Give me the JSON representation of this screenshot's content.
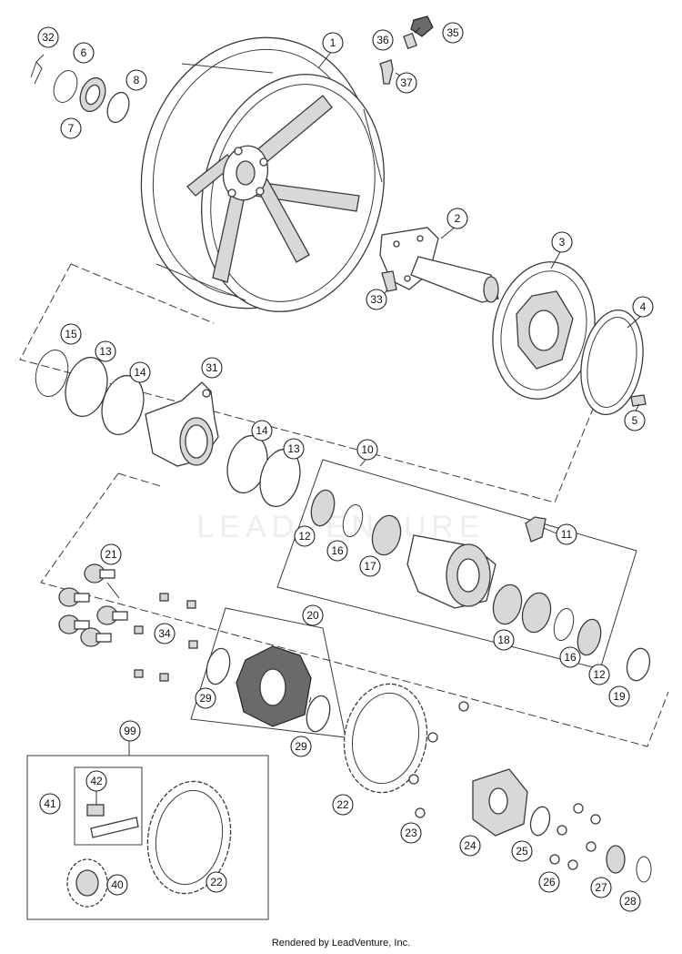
{
  "credit": "Rendered by LeadVenture, Inc.",
  "watermark": "LEADVENTURE",
  "callouts": [
    "1",
    "2",
    "3",
    "4",
    "5",
    "6",
    "7",
    "8",
    "10",
    "11",
    "12",
    "12",
    "13",
    "13",
    "14",
    "14",
    "15",
    "16",
    "16",
    "17",
    "18",
    "19",
    "20",
    "21",
    "22",
    "22",
    "23",
    "24",
    "25",
    "26",
    "27",
    "28",
    "29",
    "29",
    "31",
    "32",
    "33",
    "34",
    "35",
    "36",
    "37",
    "40",
    "41",
    "42",
    "99"
  ],
  "colors": {
    "line": "#3a3a3a",
    "background": "#ffffff"
  }
}
